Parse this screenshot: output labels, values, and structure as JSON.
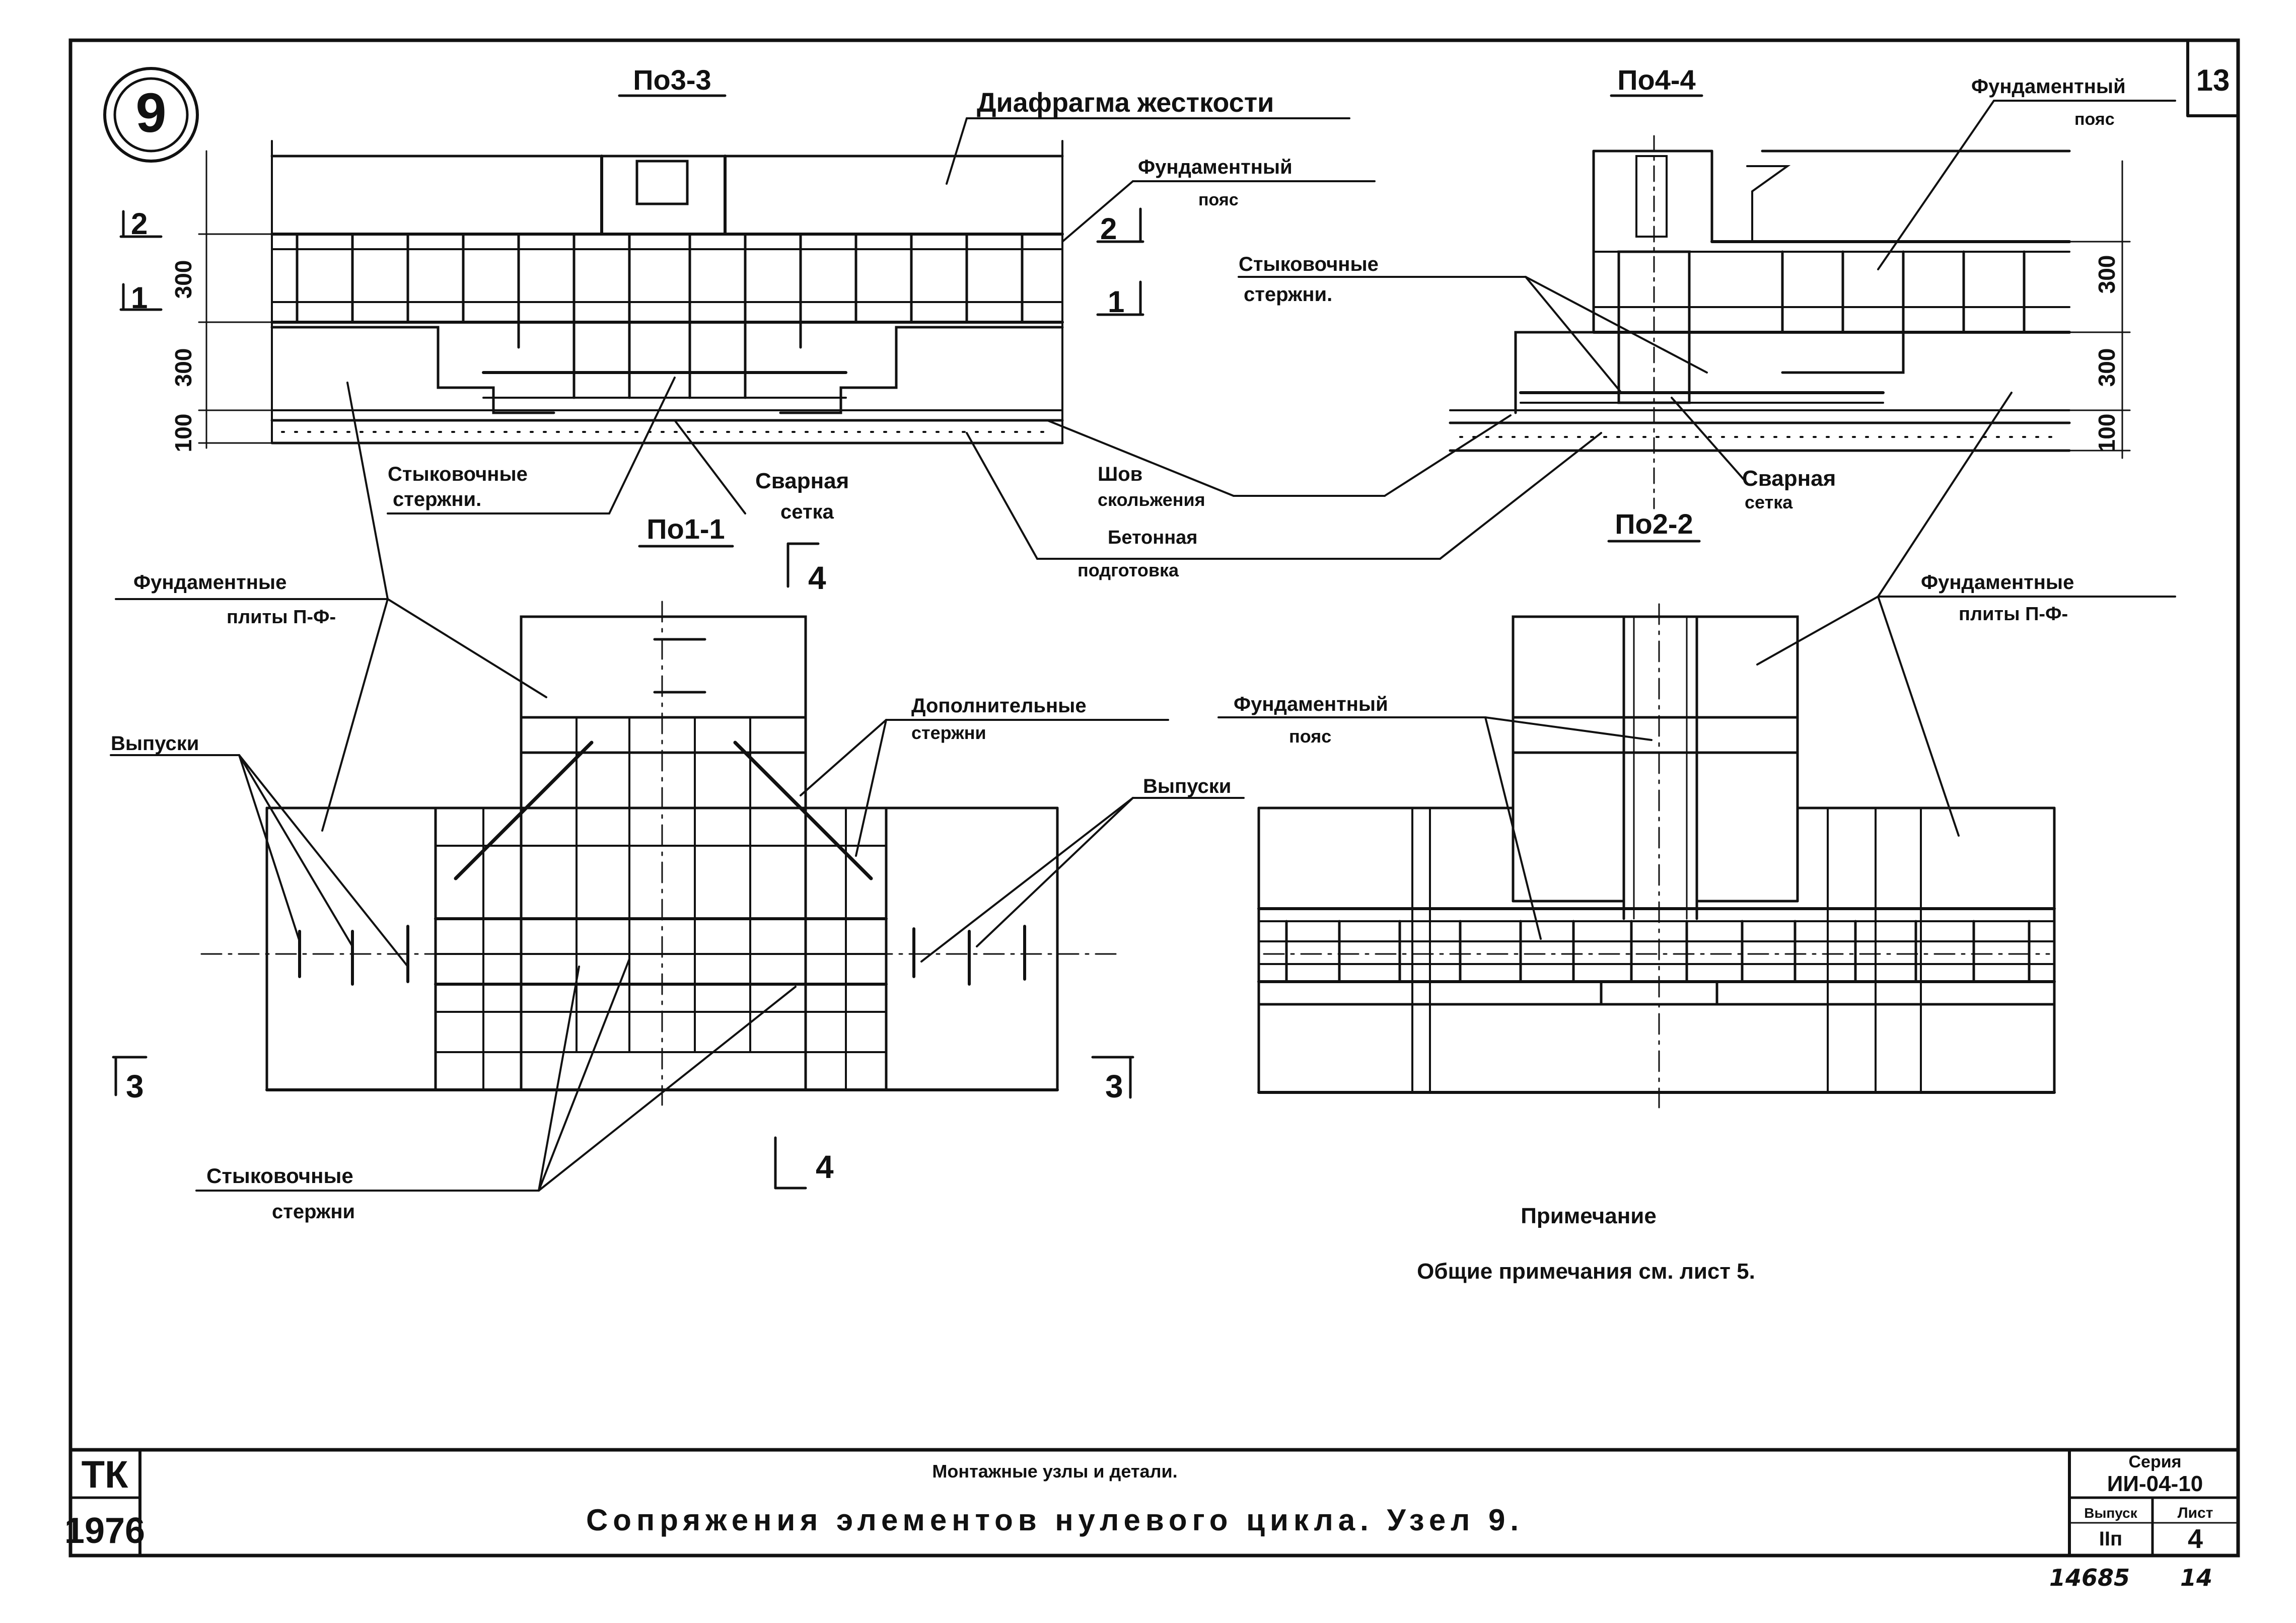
{
  "node_number": "9",
  "page_corner_number": "13",
  "sections": {
    "s33": "По3-3",
    "s44": "По4-4",
    "s11": "По1-1",
    "s22": "По2-2"
  },
  "section_marks": {
    "m4_top": "4",
    "m4_bottom": "4",
    "m3_left": "3",
    "m3_right": "3",
    "m2_left": "2",
    "m1_left": "1",
    "m2_right": "2",
    "m1_right": "1"
  },
  "dimensions": {
    "left": [
      "300",
      "300",
      "100"
    ],
    "right": [
      "300",
      "300",
      "100"
    ]
  },
  "labels": {
    "diaphragm": "Диафрагма жесткости",
    "found_belt_1_line1": "Фундаментный",
    "found_belt_1_line2": "пояс",
    "found_belt_2_line1": "Фундаментный",
    "found_belt_2_line2": "пояс",
    "found_belt_3_line1": "Фундаментный",
    "found_belt_3_line2": "пояс",
    "joint_bars_1_line1": "Стыковочные",
    "joint_bars_1_line2": "стержни.",
    "joint_bars_2_line1": "Стыковочные",
    "joint_bars_2_line2": "стержни.",
    "joint_bars_3_line1": "Стыковочные",
    "joint_bars_3_line2": "стержни",
    "weld_mesh_1_line1": "Сварная",
    "weld_mesh_1_line2": "сетка",
    "weld_mesh_2_line1": "Сварная",
    "weld_mesh_2_line2": "сетка",
    "slip_joint_line1": "Шов",
    "slip_joint_line2": "скольжения",
    "concrete_prep_line1": "Бетонная",
    "concrete_prep_line2": "подготовка",
    "found_slabs_1_line1": "Фундаментные",
    "found_slabs_1_line2": "плиты П-Ф-",
    "found_slabs_2_line1": "Фундаментные",
    "found_slabs_2_line2": "плиты П-Ф-",
    "additional_bars_line1": "Дополнительные",
    "additional_bars_line2": "стержни",
    "outlets_1": "Выпуски",
    "outlets_2": "Выпуски"
  },
  "note": {
    "title": "Примечание",
    "text": "Общие примечания см. лист 5."
  },
  "title_block": {
    "tk": "ТК",
    "year": "1976",
    "subtitle": "Монтажные узлы и детали.",
    "title": "Сопряжения элементов нулевого цикла. Узел 9.",
    "series_label": "Серия",
    "series_value": "ИИ-04-10",
    "issue_label": "Выпуск",
    "issue_value": "IIп",
    "sheet_label": "Лист",
    "sheet_value": "4"
  },
  "footer": {
    "inventory_number": "14685",
    "page_mark": "14"
  }
}
